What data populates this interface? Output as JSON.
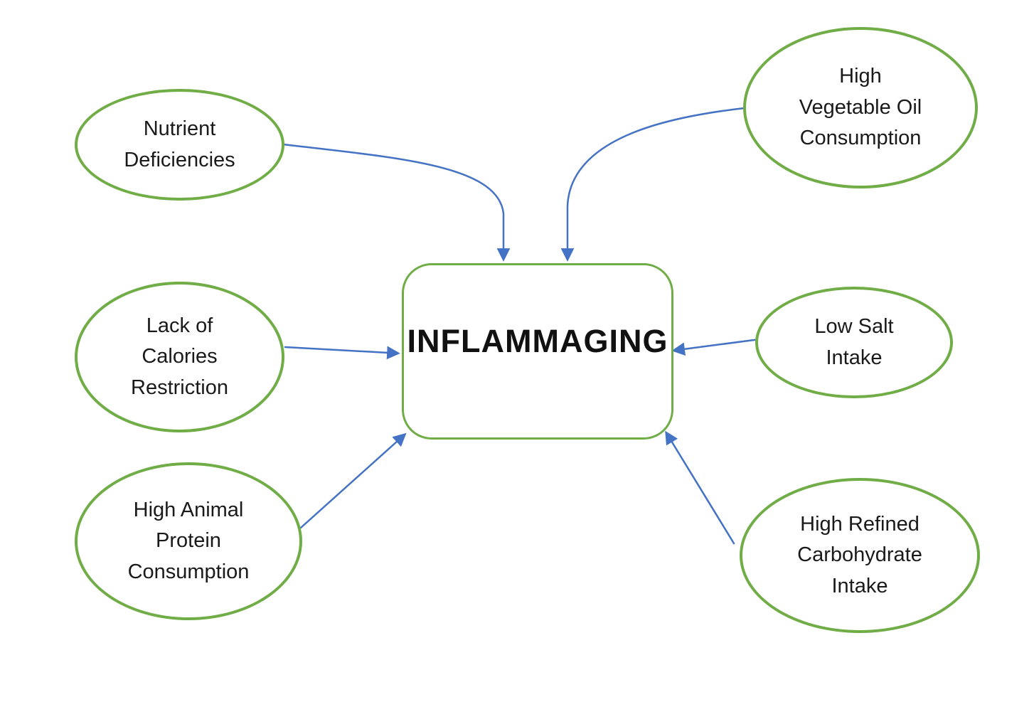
{
  "center": {
    "label": "INFLAMMAGING"
  },
  "nodes": [
    {
      "id": "nutrient-deficiencies",
      "lines": [
        "Nutrient",
        "Deficiencies"
      ]
    },
    {
      "id": "high-vegetable-oil-consumption",
      "lines": [
        "High",
        "Vegetable Oil",
        "Consumption"
      ]
    },
    {
      "id": "lack-of-calories-restriction",
      "lines": [
        "Lack of",
        "Calories",
        "Restriction"
      ]
    },
    {
      "id": "low-salt-intake",
      "lines": [
        "Low Salt",
        "Intake"
      ]
    },
    {
      "id": "high-animal-protein-consumption",
      "lines": [
        "High Animal",
        "Protein",
        "Consumption"
      ]
    },
    {
      "id": "high-refined-carbohydrate-intake",
      "lines": [
        "High Refined",
        "Carbohydrate",
        "Intake"
      ]
    }
  ],
  "colors": {
    "node_border_green": "#70AD47",
    "arrow_blue": "#4472C4",
    "text_black": "#1a1a1a",
    "background": "#ffffff"
  }
}
